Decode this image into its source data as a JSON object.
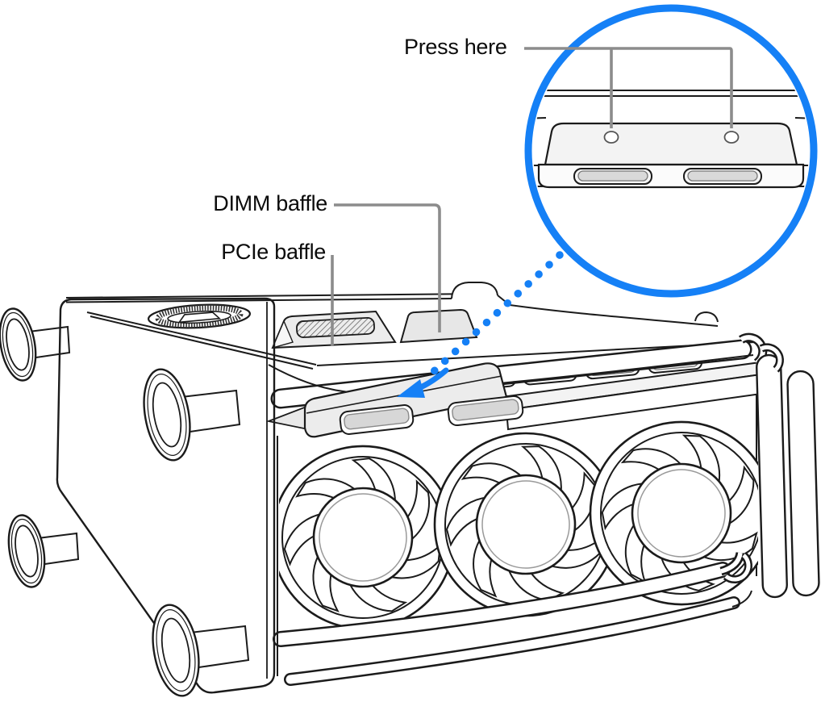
{
  "illustration": {
    "description": "A Mac Pro lying on its side with three fans visible, feet pointing left; callout leader lines identify the DIMM baffle and PCIe baffle on the top surface; a blue dotted arrow leads from a magnified circular inset, which shows the baffle and where to press, down to the baffle on the computer.",
    "labels": {
      "press_here": "Press here",
      "dimm_baffle": "DIMM baffle",
      "pcie_baffle": "PCIe baffle"
    },
    "colors": {
      "accent_blue": "#1580f6",
      "leader_gray": "#8c8c8c",
      "line_black": "#1b1b1b",
      "fill_light_gray": "#ececec",
      "background": "#ffffff"
    }
  }
}
